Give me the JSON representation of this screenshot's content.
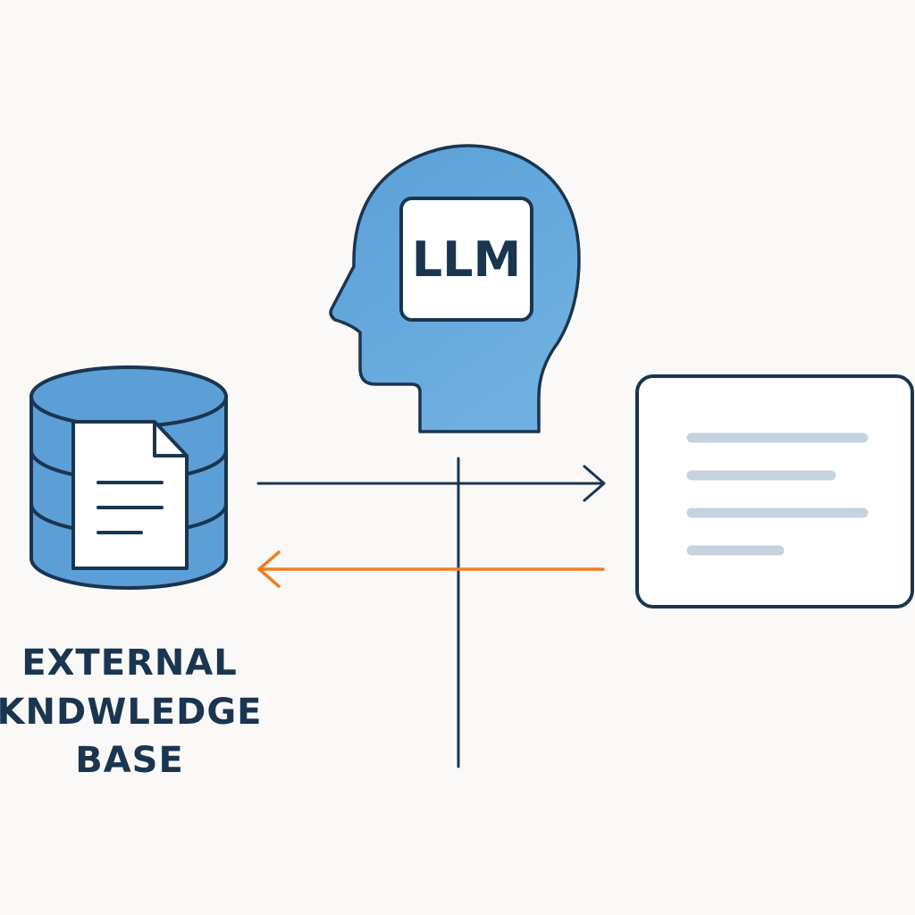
{
  "llm": {
    "label": "LLM"
  },
  "knowledge_base": {
    "label_lines": [
      "EXTERNAL",
      "KNDWLEDGE",
      "BASE"
    ]
  },
  "icons": {
    "head": "head-silhouette-icon",
    "database": "database-cylinder-icon",
    "document": "document-icon",
    "output_panel": "text-panel-icon"
  },
  "colors": {
    "background": "#faf9f7",
    "outline": "#1a3550",
    "blue_fill": "#5b9fd6",
    "blue_fill_light": "#6fb0e0",
    "orange_arrow": "#ef7f22",
    "panel_fill": "#ffffff",
    "panel_lines": "#c5d3df",
    "page_fill": "#ffffff"
  }
}
